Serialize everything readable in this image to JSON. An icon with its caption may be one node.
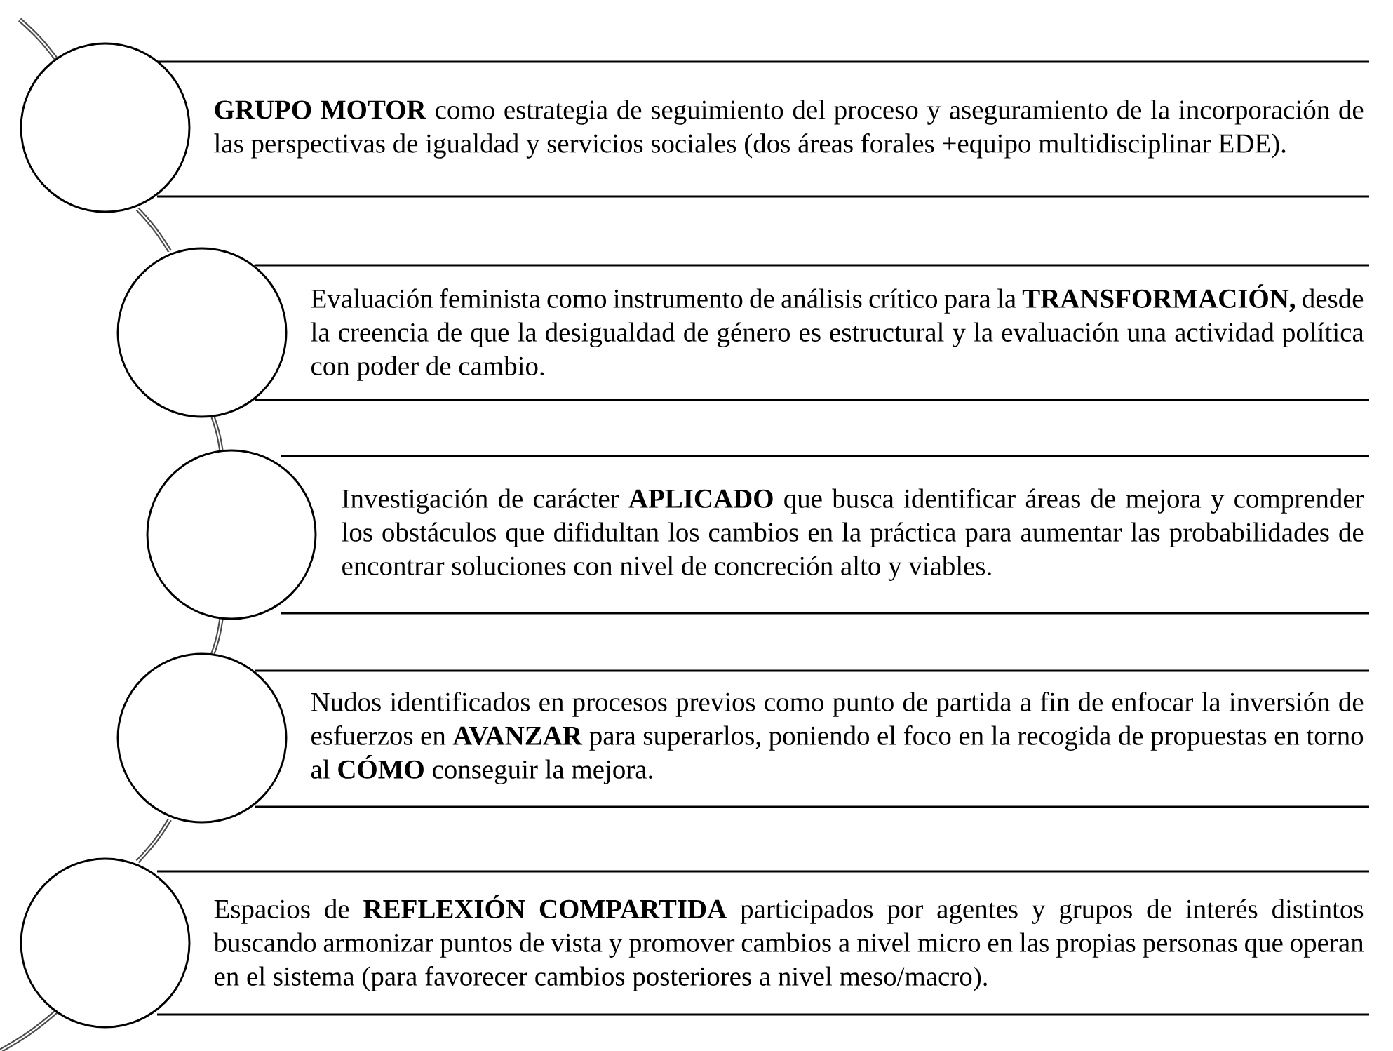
{
  "diagram": {
    "nodes": [
      {
        "text": [],
        "shape": "circle"
      },
      {
        "text": [
          "**GRUPO MOTOR** como estrategia de seguimiento del proceso y aseguramiento de la incorporación de las perspectivas de igualdad y servicios sociales (dos áreas forales +equipo multidisciplinar EDE)."
        ]
      },
      {
        "text": [],
        "shape": "circle"
      },
      {
        "text": [
          "Evaluación feminista como instrumento de análisis crítico para la **TRANSFORMACIÓN,** desde la creencia de que la desigualdad de género es estructural y la evaluación una actividad política con poder de cambio."
        ]
      },
      {
        "text": [],
        "shape": "circle"
      },
      {
        "text": [
          "Investigación de carácter **APLICADO** que busca identificar áreas de mejora y comprender los obstáculos que difidultan los cambios en la práctica para aumentar las probabilidades de encontrar soluciones con nivel de concreción alto y viables."
        ]
      },
      {
        "text": [],
        "shape": "circle"
      },
      {
        "text": [
          "Nudos identificados en procesos previos como punto de partida a fin de enfocar la inversión de esfuerzos en **AVANZAR** para superarlos, poniendo el foco en la recogida de propuestas en torno al **CÓMO** conseguir la mejora."
        ]
      },
      {
        "text": [],
        "shape": "circle"
      },
      {
        "text": [
          "Espacios de **REFLEXIÓN COMPARTIDA** participados por agentes y grupos de interés distintos buscando armonizar puntos de vista y promover cambios a nivel micro en las propias personas que operan en el sistema (para favorecer cambios posteriores a nivel meso/macro)."
        ]
      }
    ],
    "edges": [
      {
        "from": null,
        "to": 0,
        "arrow": "none"
      },
      {
        "from": 0,
        "to": 2,
        "arrow": "none"
      },
      {
        "from": 2,
        "to": 4,
        "arrow": "none"
      },
      {
        "from": 4,
        "to": 6,
        "arrow": "none"
      },
      {
        "from": 6,
        "to": 8,
        "arrow": "none"
      },
      {
        "from": 8,
        "to": null,
        "arrow": "none"
      }
    ]
  }
}
